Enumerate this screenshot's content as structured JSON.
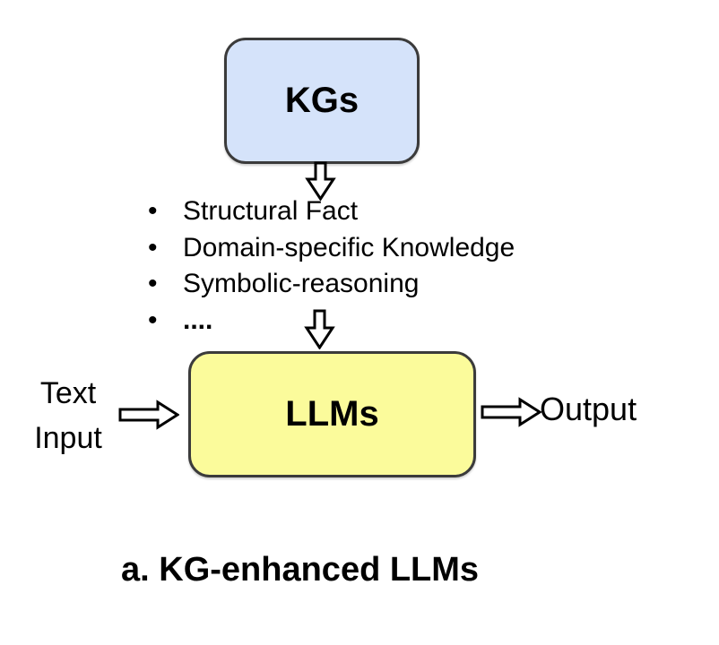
{
  "nodes": {
    "kg": {
      "label": "KGs",
      "fill": "#d5e3fa"
    },
    "llm": {
      "label": "LLMs",
      "fill": "#fbfb9b"
    }
  },
  "knowledge_list": {
    "items": [
      {
        "label": "Structural Fact"
      },
      {
        "label": "Domain-specific Knowledge"
      },
      {
        "label": "Symbolic-reasoning"
      },
      {
        "label": "...."
      }
    ]
  },
  "labels": {
    "input_line1": "Text",
    "input_line2": "Input",
    "output": "Output",
    "caption": "a. KG-enhanced LLMs"
  },
  "icons": {
    "bullet": "•",
    "down_arrow": "hollow-block-arrow-down",
    "right_arrow": "hollow-block-arrow-right"
  },
  "colors": {
    "background": "#ffffff",
    "kg_box_fill": "#d5e3fa",
    "llm_box_fill": "#fbfb9b",
    "box_border": "#3b3b3b",
    "text": "#000000",
    "arrow_fill": "#ffffff",
    "arrow_stroke": "#000000"
  }
}
